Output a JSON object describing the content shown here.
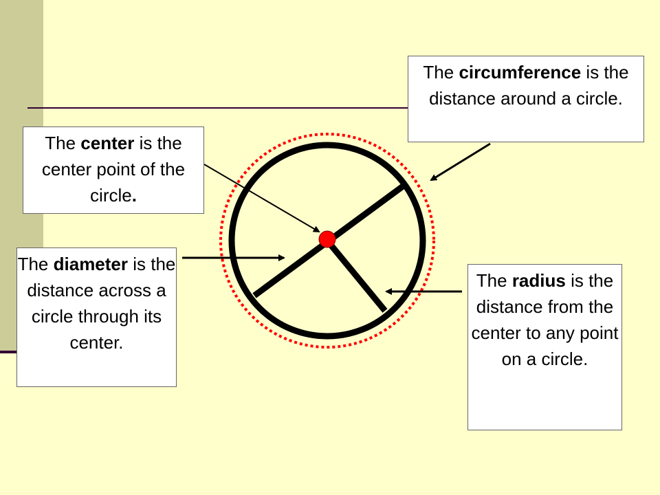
{
  "callouts": {
    "circumference": {
      "pre": "The ",
      "term": "circumference",
      "post": " is the distance around a circle."
    },
    "center": {
      "pre": "The ",
      "term": "center",
      "post": " is the center point of the circle",
      "end": "."
    },
    "diameter": {
      "pre": "The ",
      "term": "diameter",
      "post": " is the distance across a circle through its center."
    },
    "radius": {
      "pre": "The ",
      "term": "radius",
      "post": " is the distance from the center to any point on a circle."
    }
  },
  "colors": {
    "background": "#FFFFCC",
    "sidebar": "#CCCC99",
    "circle_stroke": "#000000",
    "center_point": "#FF0000",
    "circumference_dots": "#FF0000"
  }
}
